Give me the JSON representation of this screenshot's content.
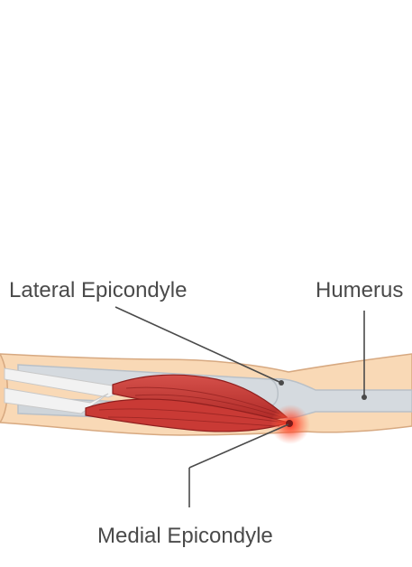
{
  "labels": {
    "lateral": "Lateral Epicondyle",
    "humerus": "Humerus",
    "medial": "Medial Epicondyle"
  },
  "colors": {
    "skin": "#f9d9b6",
    "skin_outline": "#d7a981",
    "bone": "#d5dadf",
    "bone_shade": "#b9c0c7",
    "muscle": "#c93a35",
    "muscle_dark": "#8f1f1e",
    "tendon": "#f2f2f2",
    "pain": "#ff3b2a",
    "leader_line": "#4a4a4a"
  }
}
